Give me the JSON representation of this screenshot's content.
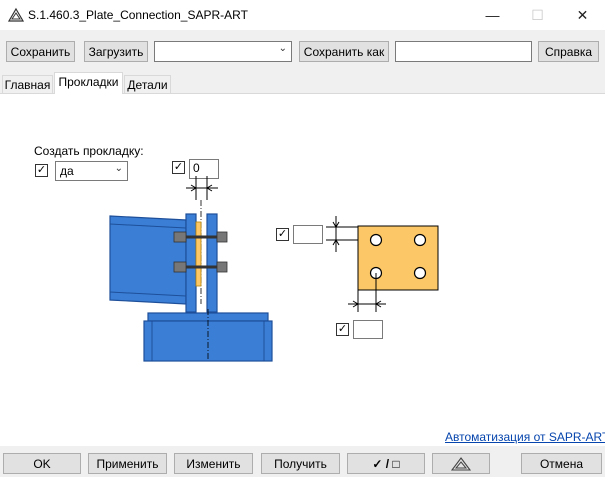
{
  "window": {
    "title": "S.1.460.3_Plate_Connection_SAPR-ART",
    "minimize": "—",
    "maximize": "☐",
    "close": "✕"
  },
  "toolbar": {
    "save_label": "Сохранить",
    "load_label": "Загрузить",
    "preset_value": "",
    "save_as_label": "Сохранить как",
    "save_as_name": "",
    "help_label": "Справка"
  },
  "tabs": [
    {
      "label": "Главная",
      "active": false
    },
    {
      "label": "Прокладки",
      "active": true
    },
    {
      "label": "Детали",
      "active": false
    }
  ],
  "shim": {
    "create_label": "Создать прокладку:",
    "create_checked": true,
    "create_value": "да",
    "gap_checked": true,
    "gap_value": "0",
    "offset_vertical_checked": true,
    "offset_vertical_value": "",
    "offset_horizontal_checked": true,
    "offset_horizontal_value": ""
  },
  "colors": {
    "beam_blue": "#3a7fd5",
    "beam_outline": "#1e4f9a",
    "shim_yellow": "#fcc766",
    "link_blue": "#0645ad"
  },
  "footer": {
    "link_text": "Автоматизация от SAPR-ART"
  },
  "bottom": {
    "ok_label": "OK",
    "apply_label": "Применить",
    "modify_label": "Изменить",
    "get_label": "Получить",
    "check_toggle_label": "✓ / □",
    "cancel_label": "Отмена"
  }
}
